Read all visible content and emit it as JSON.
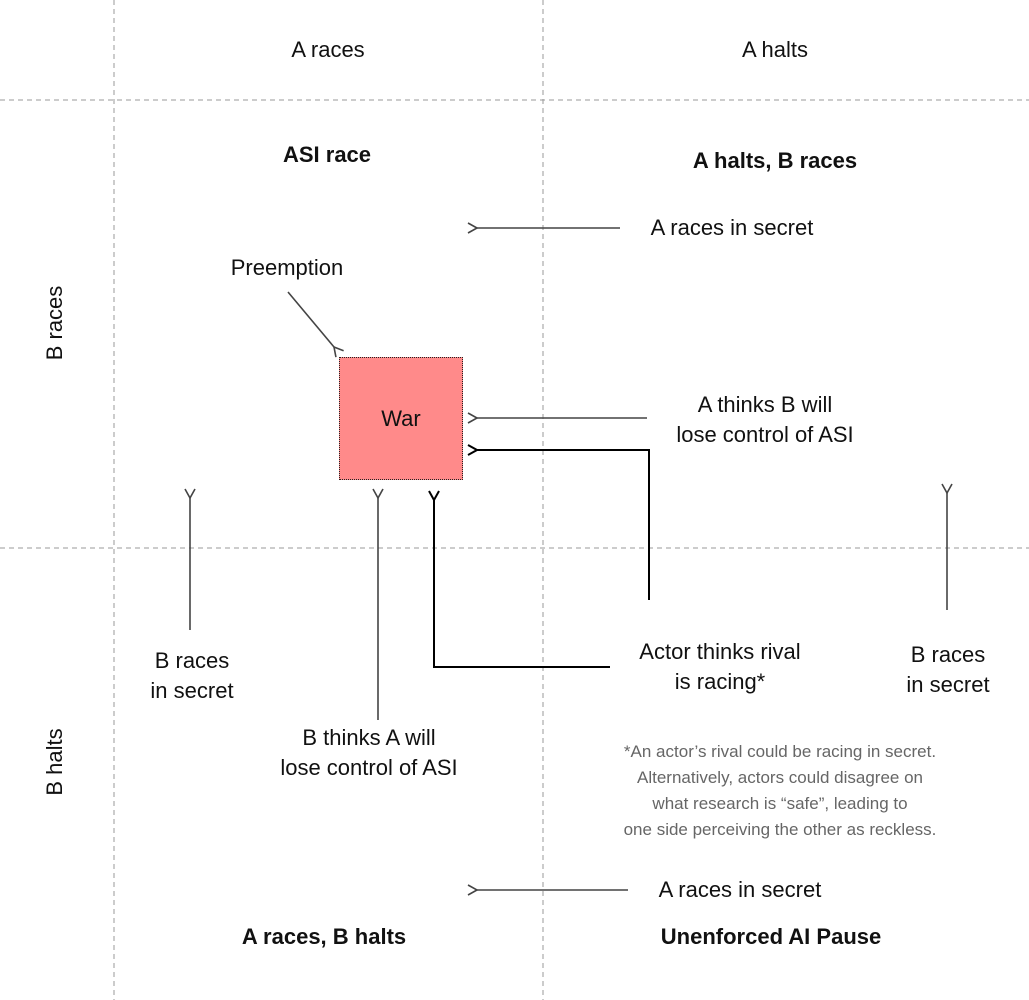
{
  "columns": [
    "A races",
    "A halts"
  ],
  "rows": [
    "B races",
    "B halts"
  ],
  "quadrants": {
    "top_left": "ASI race",
    "top_right": "A halts, B races",
    "bottom_left": "A races, B halts",
    "bottom_right": "Unenforced AI Pause"
  },
  "war": {
    "label": "War",
    "color": "#ff8a8a"
  },
  "labels": {
    "preemption": "Preemption",
    "a_races_secret_top": "A races in secret",
    "a_races_secret_bottom": "A races in secret",
    "a_thinks": [
      "A thinks B will",
      "lose control of ASI"
    ],
    "b_thinks": [
      "B thinks A will",
      "lose control of ASI"
    ],
    "actor_thinks": [
      "Actor thinks rival",
      "is racing*"
    ],
    "b_races_secret_left": [
      "B races",
      "in secret"
    ],
    "b_races_secret_right": [
      "B races",
      "in secret"
    ]
  },
  "footnote": [
    "*An actor’s rival could be racing in secret.",
    "Alternatively, actors could disagree on",
    "what research is “safe”, leading to",
    "one side perceiving the other as reckless."
  ]
}
